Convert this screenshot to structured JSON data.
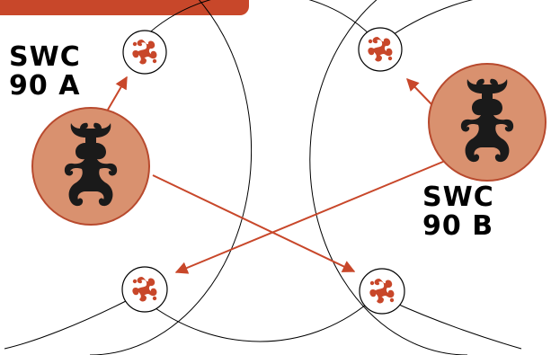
{
  "colors": {
    "accent": "#c8472a",
    "disc_fill": "#d9916f",
    "disc_stroke": "#b84a2e",
    "glyph_dark": "#1a1a1a",
    "line": "#000000",
    "background": "#ffffff"
  },
  "labels": {
    "a_line1": "SWC",
    "a_line2": "90 A",
    "b_line1": "SWC",
    "b_line2": "90 B"
  },
  "icons": {
    "small_node": "swirl-glyph-icon",
    "large_node": "totem-glyph-icon"
  }
}
